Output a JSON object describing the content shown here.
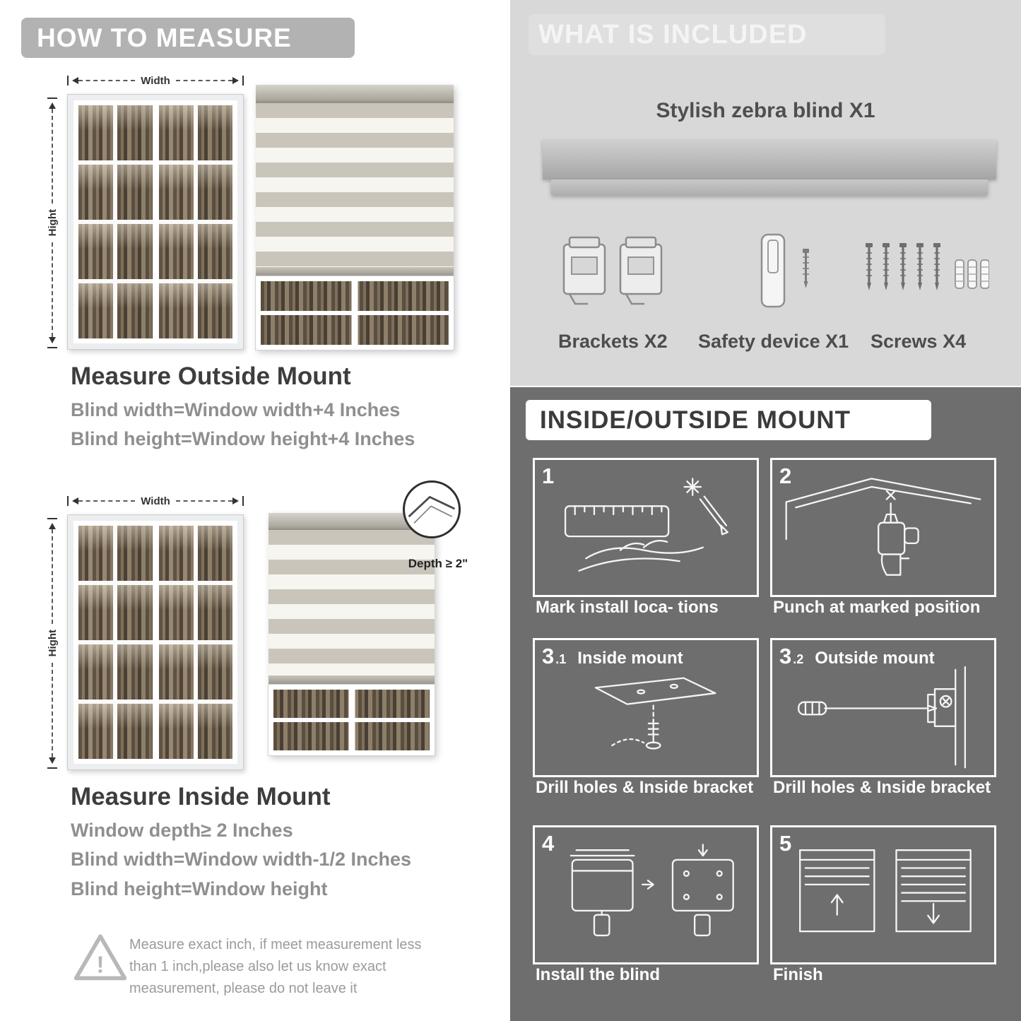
{
  "colors": {
    "banner_gray": "#b2b2b2",
    "panel_light": "#d8d8d8",
    "panel_dark": "#6e6e6e",
    "heading": "#3d3d3d",
    "muted_text": "#8f8f8f"
  },
  "left": {
    "header": "HOW TO MEASURE",
    "outside": {
      "width_label": "Width",
      "height_label": "Hight",
      "heading": "Measure Outside Mount",
      "line1": "Blind width=Window width+4 Inches",
      "line2": "Blind height=Window height+4 Inches"
    },
    "inside": {
      "width_label": "Width",
      "height_label": "Hight",
      "depth_label": "Depth ≥ 2\"",
      "heading": "Measure Inside Mount",
      "line1": "Window depth≥ 2 Inches",
      "line2": "Blind width=Window width-1/2 Inches",
      "line3": "Blind height=Window height"
    },
    "warning": {
      "icon": "!",
      "text": "Measure exact inch, if meet measurement less than 1 inch,please also let us know exact measurement, please do not leave it"
    }
  },
  "right": {
    "included": {
      "header": "WHAT IS INCLUDED",
      "blind_label": "Stylish zebra blind X1",
      "items": [
        {
          "label": "Brackets X2"
        },
        {
          "label": "Safety device X1"
        },
        {
          "label": "Screws X4"
        }
      ]
    },
    "mount": {
      "header": "INSIDE/OUTSIDE MOUNT",
      "steps": [
        {
          "num": "1",
          "sub": "",
          "title": "",
          "caption": "Mark install loca- tions"
        },
        {
          "num": "2",
          "sub": "",
          "title": "",
          "caption": "Punch at marked position"
        },
        {
          "num": "3",
          "sub": ".1",
          "title": "Inside mount",
          "caption": "Drill holes & Inside bracket"
        },
        {
          "num": "3",
          "sub": ".2",
          "title": "Outside mount",
          "caption": "Drill holes & Inside bracket"
        },
        {
          "num": "4",
          "sub": "",
          "title": "",
          "caption": "Install the blind"
        },
        {
          "num": "5",
          "sub": "",
          "title": "",
          "caption": "Finish"
        }
      ]
    }
  }
}
